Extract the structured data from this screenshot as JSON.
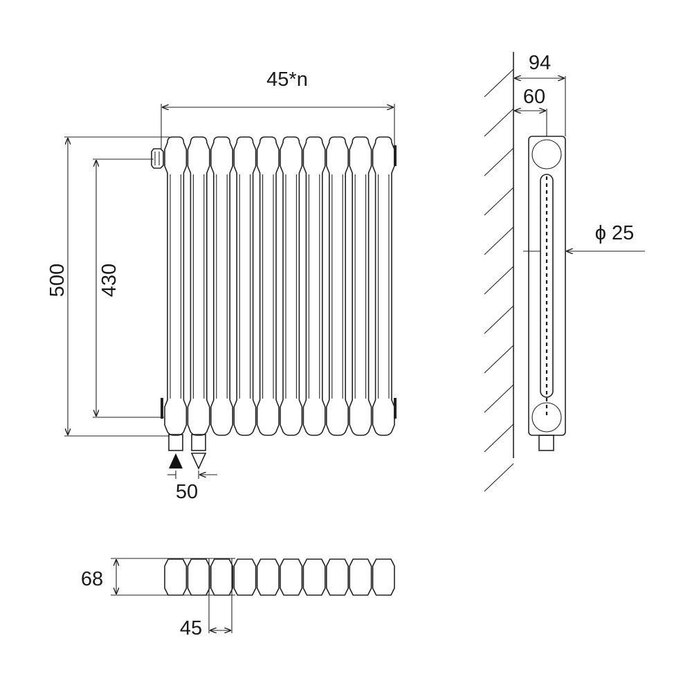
{
  "title": "Radiator technical drawing",
  "front_view": {
    "sections": 10,
    "dim_width": "45*n",
    "dim_height_total": "500",
    "dim_height_axis": "430",
    "dim_connection": "50"
  },
  "top_view": {
    "dim_depth": "68",
    "dim_section": "45"
  },
  "side_view": {
    "dim_wall_total": "94",
    "dim_wall_axis": "60",
    "dim_pipe": "ϕ 25"
  },
  "colors": {
    "line": "#222222",
    "background": "#ffffff"
  }
}
